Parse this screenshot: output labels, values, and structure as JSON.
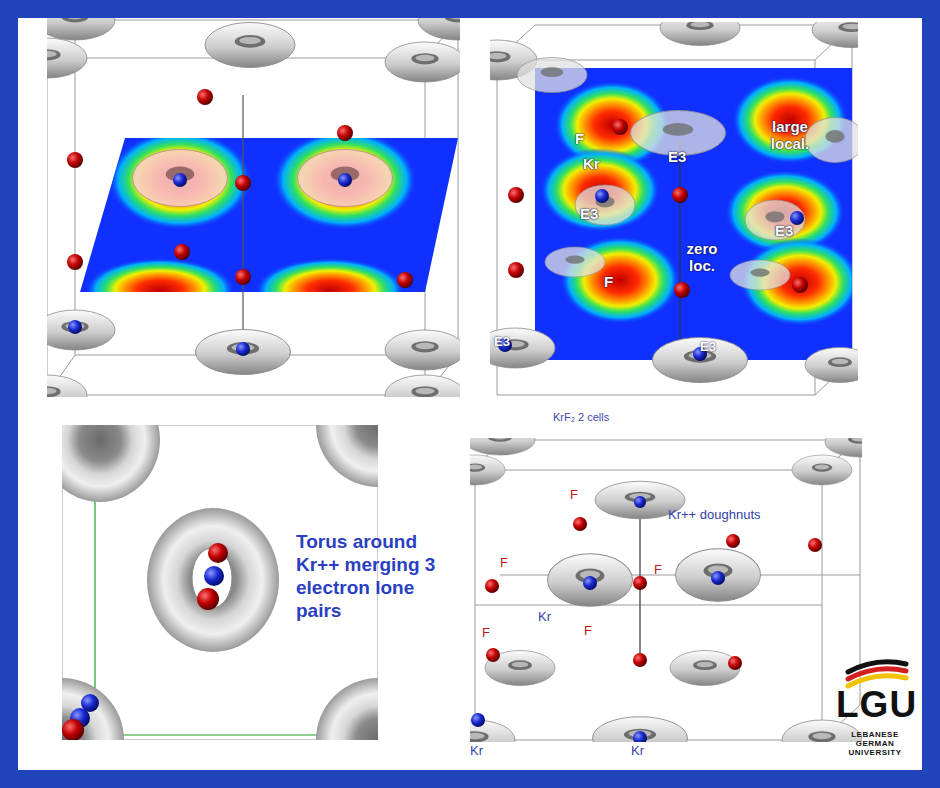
{
  "diagram": {
    "labels": [
      "F",
      "E3",
      "large local.",
      "Kr",
      "E3",
      "E3",
      "zero loc.",
      "F",
      "E3",
      "E3",
      "Torus around Kr++ merging 3 electron lone pairs",
      "KrF₂ 2 cells",
      "F",
      "Kr++ doughnuts",
      "F",
      "F",
      "Kr",
      "F",
      "F",
      "Kr",
      "Kr",
      "LGU",
      "LEBANESE GERMAN UNIVERSITY"
    ]
  }
}
